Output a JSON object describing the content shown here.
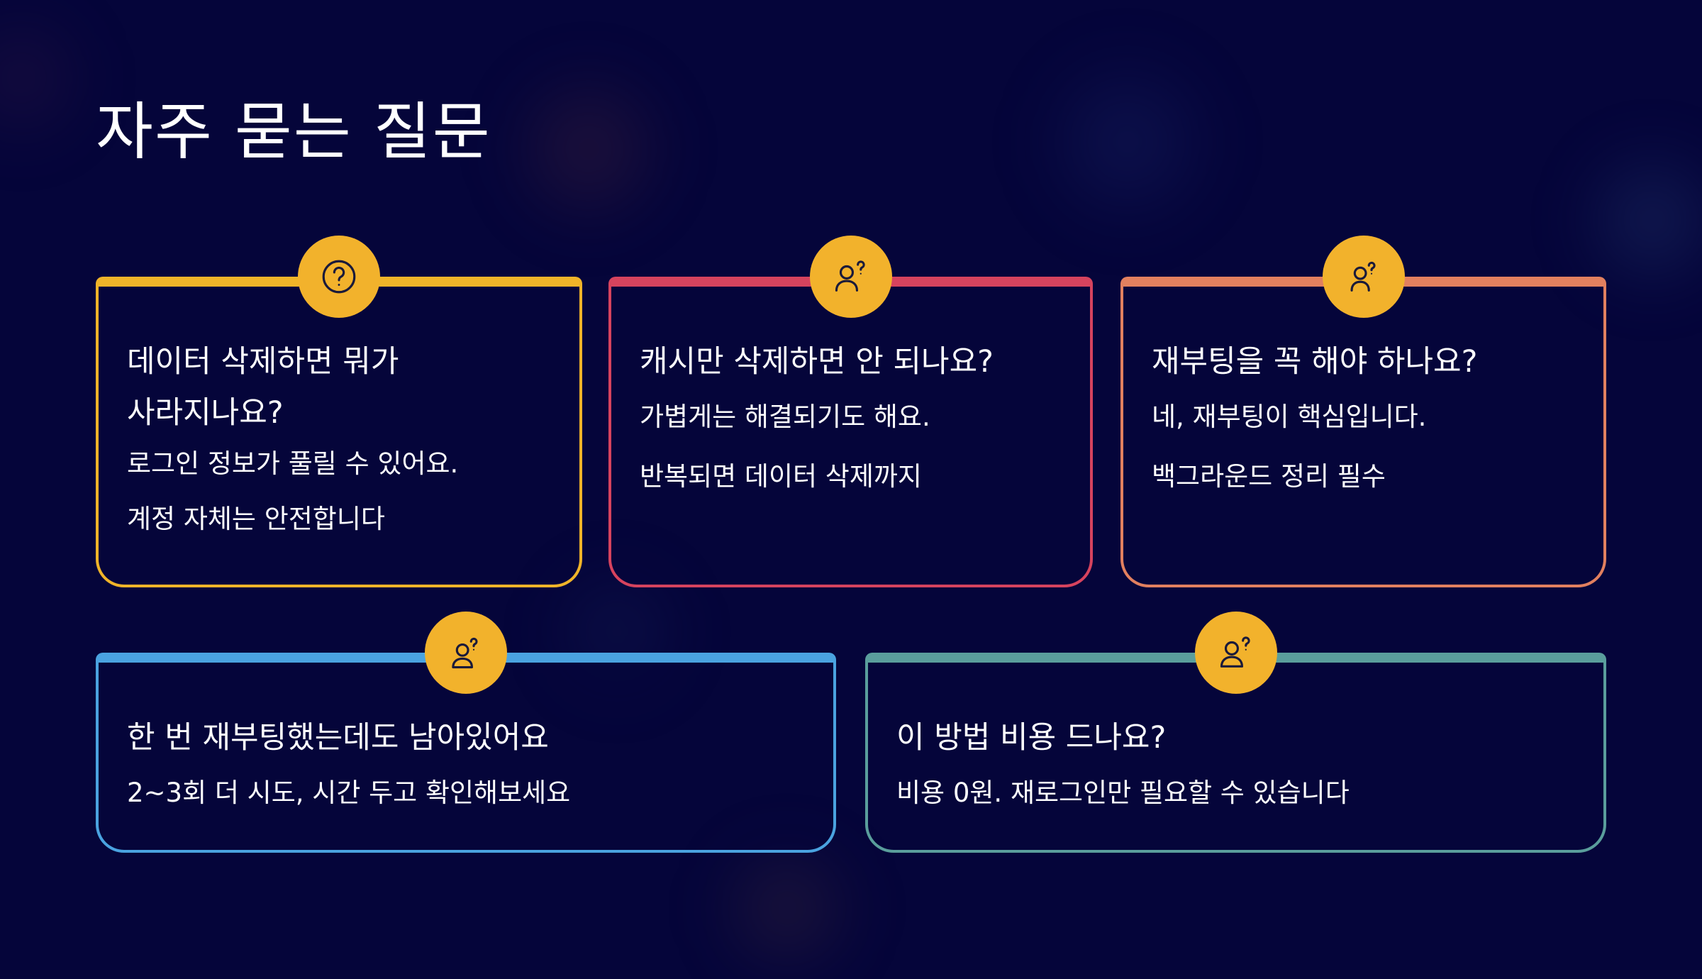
{
  "slide": {
    "title": "자주 묻는 질문"
  },
  "colors": {
    "background": "#05053a",
    "icon_badge": "#f2b22c",
    "card_1": "#f0b429",
    "card_2": "#d6435e",
    "card_3": "#e2805f",
    "card_4": "#4aa3e0",
    "card_5": "#5a9e9c"
  },
  "faq": [
    {
      "icon": "question-circle-icon",
      "question_line_1": "데이터 삭제하면 뭐가",
      "question_line_2": "사라지나요?",
      "answer_lines": [
        "로그인 정보가 풀릴 수 있어요.",
        "계정 자체는 안전합니다"
      ]
    },
    {
      "icon": "person-question-icon",
      "question_line_1": "캐시만 삭제하면 안 되나요?",
      "answer_lines": [
        "가볍게는 해결되기도 해요.",
        "반복되면 데이터 삭제까지"
      ]
    },
    {
      "icon": "person-question-icon",
      "question_line_1": "재부팅을 꼭 해야 하나요?",
      "answer_lines": [
        "네, 재부팅이 핵심입니다.",
        "백그라운드 정리 필수"
      ]
    },
    {
      "icon": "person-question-icon",
      "question_line_1": "한 번 재부팅했는데도 남아있어요",
      "answer_lines": [
        "2~3회 더 시도, 시간 두고 확인해보세요"
      ]
    },
    {
      "icon": "person-question-icon",
      "question_line_1": "이 방법 비용 드나요?",
      "answer_lines": [
        "비용 0원. 재로그인만 필요할 수 있습니다"
      ]
    }
  ]
}
